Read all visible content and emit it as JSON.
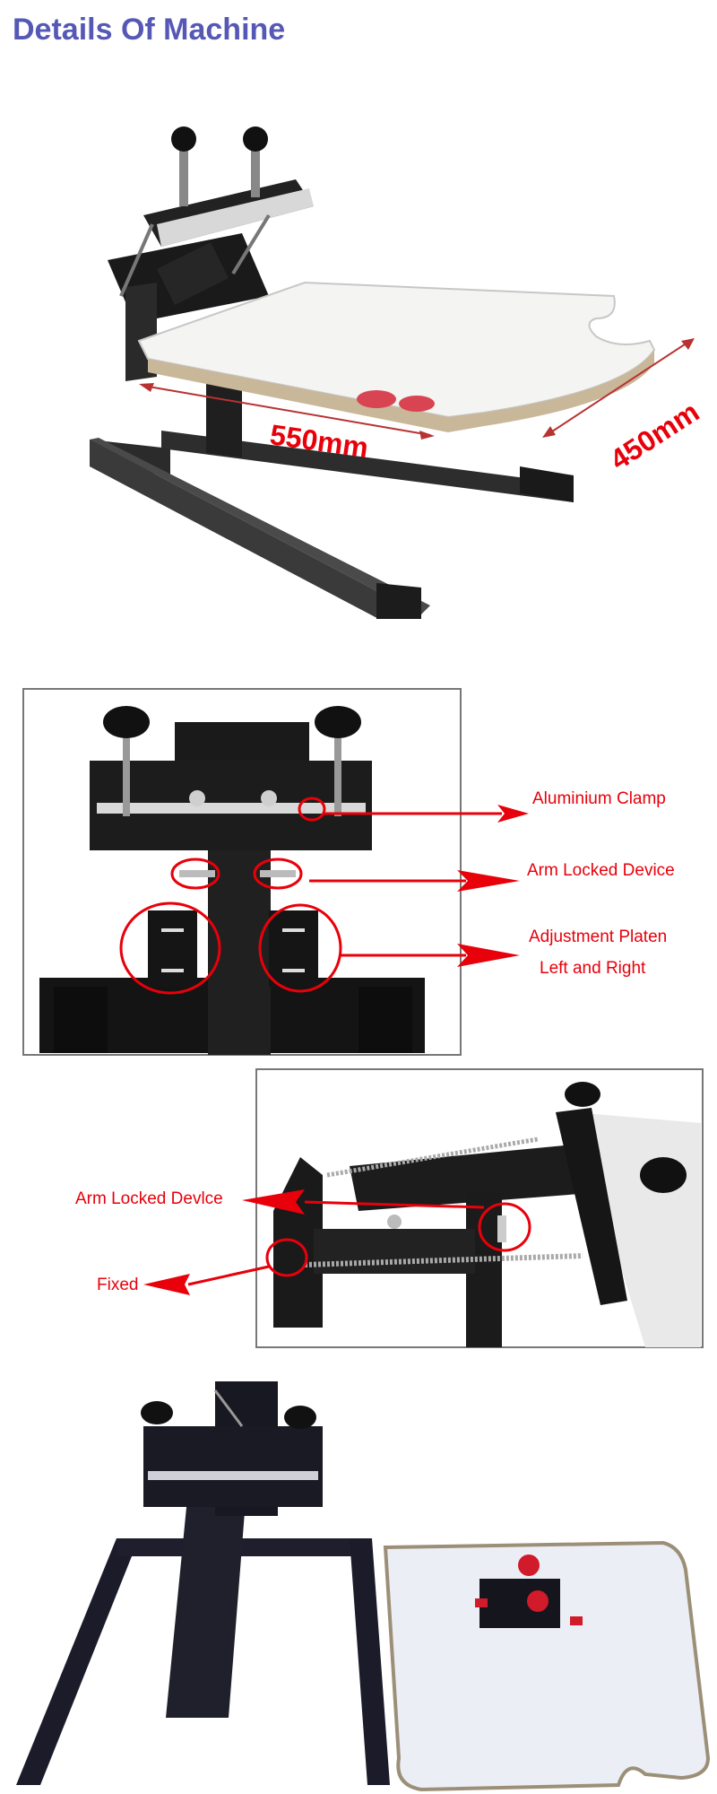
{
  "header": {
    "title": "Details Of Machine"
  },
  "section1": {
    "dim_width": "550mm",
    "dim_depth": "450mm"
  },
  "section2": {
    "labels": [
      "Aluminium Clamp",
      "Arm Locked Device",
      "Adjustment Platen",
      "Left and Right"
    ]
  },
  "section3": {
    "labels": [
      "Arm Locked Devlce",
      "Fixed"
    ]
  },
  "colors": {
    "title": "#5558b5",
    "annotation": "#e8000a",
    "frame": "#1c1c1c",
    "platen": "#f4f4f2"
  }
}
